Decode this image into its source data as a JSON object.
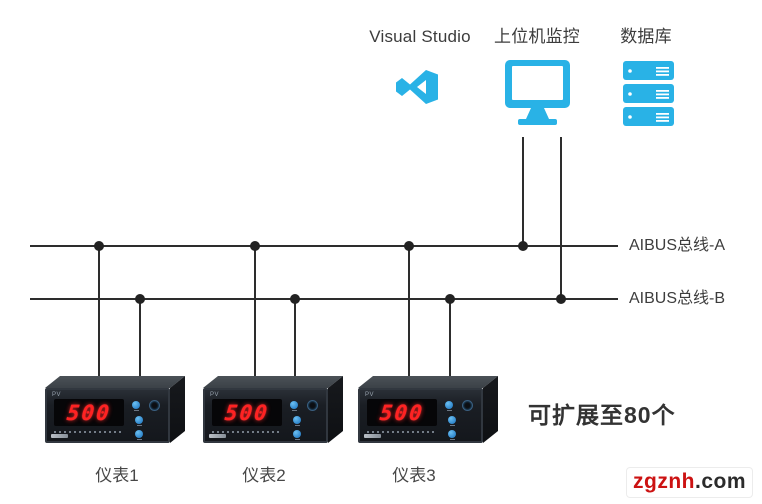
{
  "top_nodes": [
    {
      "id": "visual-studio",
      "label": "Visual Studio",
      "icon": "visual-studio-icon"
    },
    {
      "id": "host-monitor",
      "label": "上位机监控",
      "icon": "monitor-icon"
    },
    {
      "id": "database",
      "label": "数据库",
      "icon": "server-stack-icon"
    }
  ],
  "buses": [
    {
      "id": "bus-a",
      "label": "AIBUS总线-A"
    },
    {
      "id": "bus-b",
      "label": "AIBUS总线-B"
    }
  ],
  "instruments": [
    {
      "label": "仪表1",
      "pv_label": "PV",
      "display_value": "500"
    },
    {
      "label": "仪表2",
      "pv_label": "PV",
      "display_value": "500"
    },
    {
      "label": "仪表3",
      "pv_label": "PV",
      "display_value": "500"
    }
  ],
  "annotations": {
    "expand_note": "可扩展至80个"
  },
  "watermark": {
    "name": "zgznh",
    "tld": ".com"
  },
  "colors": {
    "accent_cyan": "#29b2e6",
    "line": "#2d2d2d",
    "led_red": "#ff2222",
    "watermark_red": "#cc1212",
    "label_gray": "#3d3d3d"
  }
}
